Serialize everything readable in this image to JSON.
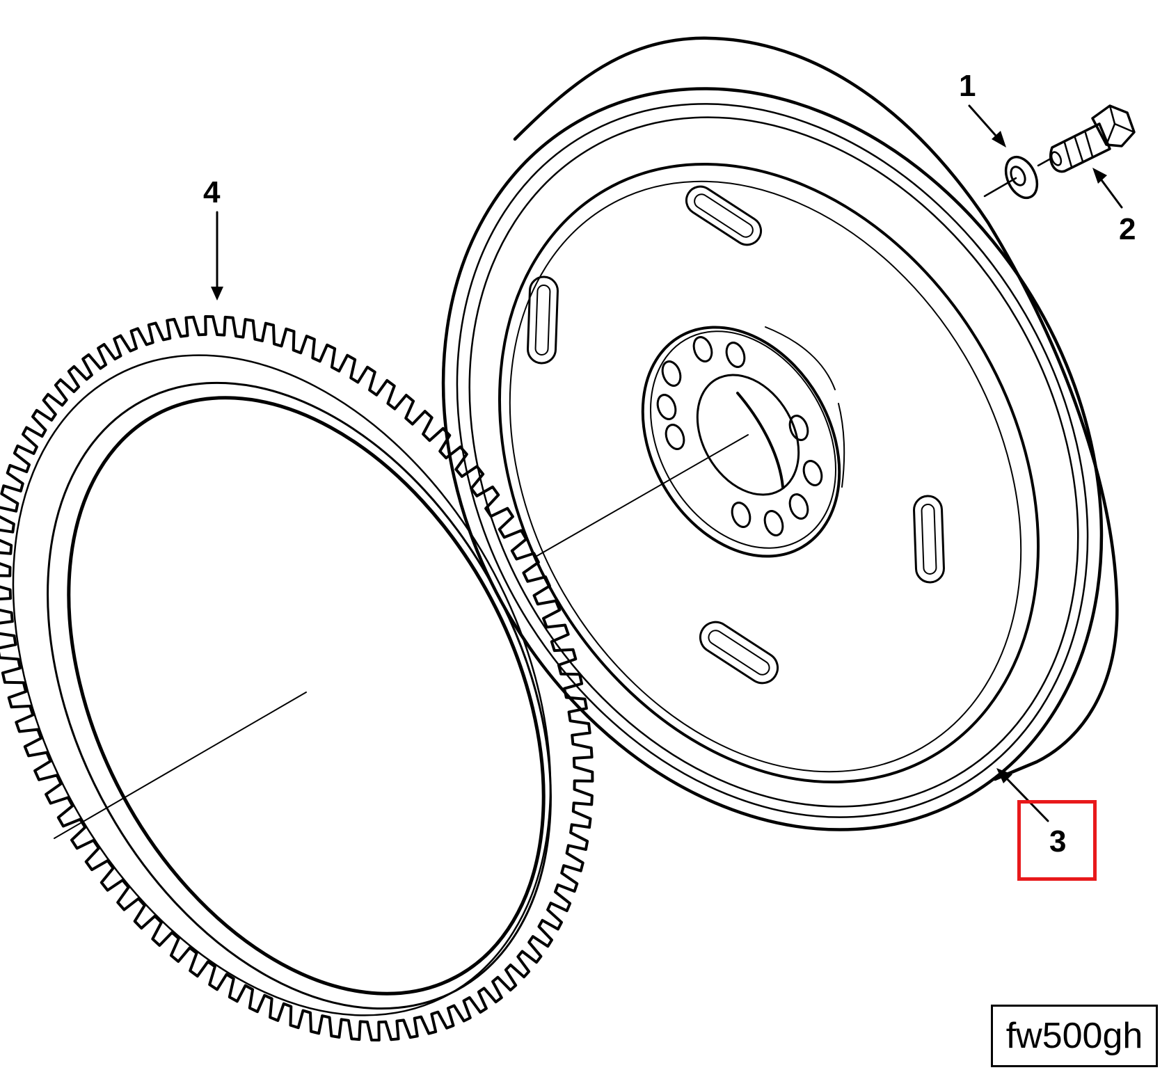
{
  "diagram": {
    "type": "exploded-parts-illustration",
    "subject": "flywheel assembly",
    "figure_id": "fw500gh",
    "highlight_color": "#e8191b",
    "highlighted_callout": "3",
    "callouts": [
      {
        "id": "1",
        "label": "1",
        "points_to": "washer"
      },
      {
        "id": "2",
        "label": "2",
        "points_to": "bolt"
      },
      {
        "id": "3",
        "label": "3",
        "points_to": "flywheel"
      },
      {
        "id": "4",
        "label": "4",
        "points_to": "ring gear"
      }
    ]
  }
}
